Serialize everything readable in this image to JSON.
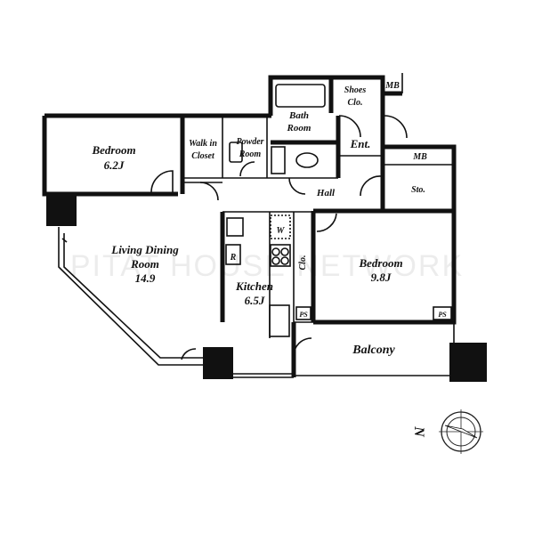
{
  "rooms": {
    "bedroom1": {
      "name": "Bedroom",
      "size": "6.2J"
    },
    "walkin_closet": {
      "line1": "Walk in",
      "line2": "Closet"
    },
    "powder_room": {
      "line1": "Powder",
      "line2": "Room"
    },
    "bath_room": {
      "line1": "Bath",
      "line2": "Room"
    },
    "shoes_closet": {
      "line1": "Shoes",
      "line2": "Clo."
    },
    "entrance": "Ent.",
    "mb_top": "MB",
    "mb_right": "MB",
    "storage": "Sto.",
    "hall": "Hall",
    "living": {
      "line1": "Living Dining",
      "line2": "Room",
      "size": "14.9"
    },
    "washer": "W",
    "fridge": "R",
    "closet_small": "Clo.",
    "kitchen": {
      "name": "Kitchen",
      "size": "6.5J"
    },
    "bedroom2": {
      "name": "Bedroom",
      "size": "9.8J"
    },
    "ps_left": "PS",
    "ps_right": "PS",
    "balcony": "Balcony"
  },
  "compass": {
    "label": "N"
  },
  "watermark": "PITAT HOUSE NETWORK"
}
